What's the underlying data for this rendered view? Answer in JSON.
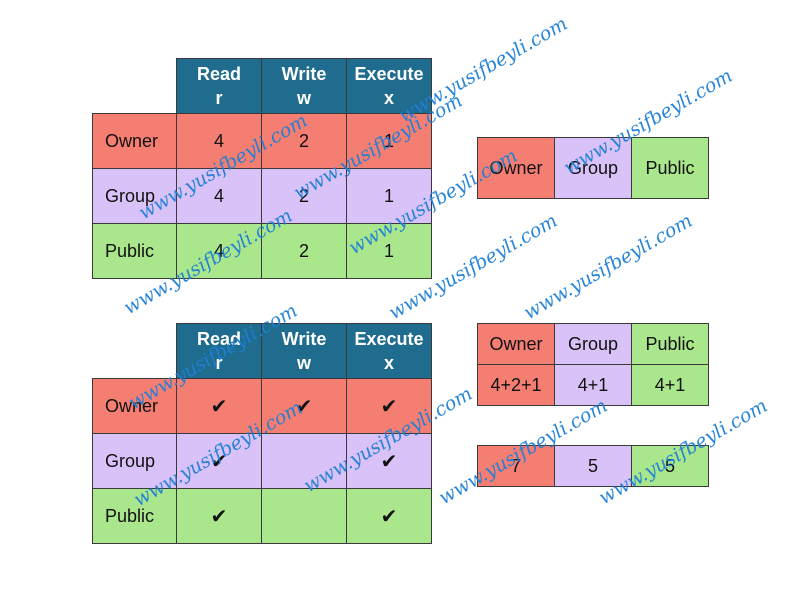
{
  "colors": {
    "header": "#1f6c8f",
    "owner": "#f47e72",
    "group": "#d9c2f7",
    "public": "#a9e68c",
    "watermark": "#1e7fd6"
  },
  "permissions_table": {
    "headers": [
      {
        "name": "Read",
        "letter": "r"
      },
      {
        "name": "Write",
        "letter": "w"
      },
      {
        "name": "Execute",
        "letter": "x"
      }
    ],
    "rows": [
      {
        "label": "Owner",
        "values": [
          "4",
          "2",
          "1"
        ]
      },
      {
        "label": "Group",
        "values": [
          "4",
          "2",
          "1"
        ]
      },
      {
        "label": "Public",
        "values": [
          "4",
          "2",
          "1"
        ]
      }
    ]
  },
  "checks_table": {
    "headers": [
      {
        "name": "Read",
        "letter": "r"
      },
      {
        "name": "Write",
        "letter": "w"
      },
      {
        "name": "Execute",
        "letter": "x"
      }
    ],
    "rows": [
      {
        "label": "Owner",
        "values": [
          "✔",
          "✔",
          "✔"
        ]
      },
      {
        "label": "Group",
        "values": [
          "✔",
          "",
          "✔"
        ]
      },
      {
        "label": "Public",
        "values": [
          "✔",
          "",
          "✔"
        ]
      }
    ]
  },
  "categories_bar": [
    "Owner",
    "Group",
    "Public"
  ],
  "sum_table": {
    "labels": [
      "Owner",
      "Group",
      "Public"
    ],
    "sums": [
      "4+2+1",
      "4+1",
      "4+1"
    ]
  },
  "result_bar": [
    "7",
    "5",
    "5"
  ],
  "watermark": "www.yusifbeyli.com"
}
